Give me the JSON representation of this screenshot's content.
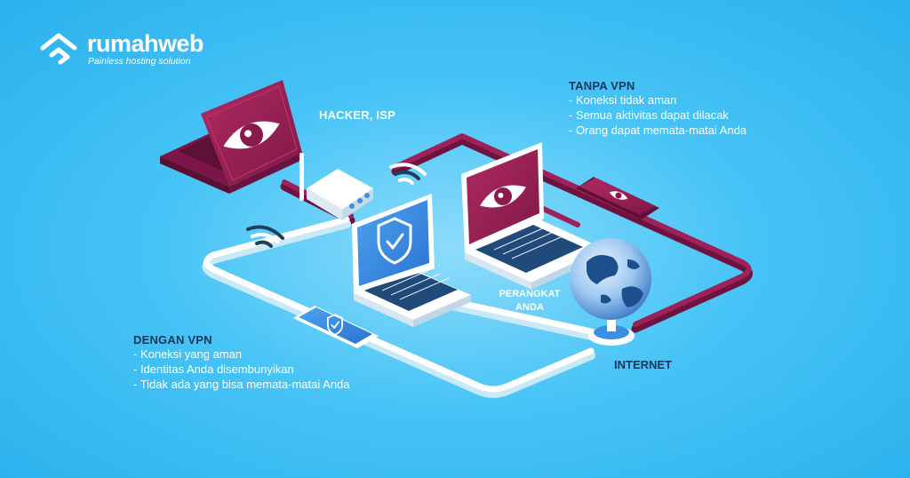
{
  "brand": {
    "name": "rumahweb",
    "tagline": "Painless hosting solution"
  },
  "labels": {
    "hacker": "HACKER, ISP",
    "device": [
      "PERANGKAT",
      "ANDA"
    ],
    "internet": "INTERNET"
  },
  "without_vpn": {
    "title": "TANPA VPN",
    "items": [
      "- Koneksi tidak aman",
      "- Semua aktivitas dapat dilacak",
      "- Orang dapat memata-matai Anda"
    ]
  },
  "with_vpn": {
    "title": "DENGAN VPN",
    "items": [
      "- Koneksi yang aman",
      "- Identitas Anda disembunyikan",
      "- Tidak ada yang bisa memata-matai Anda"
    ]
  },
  "colors": {
    "insecure_path": "#8a1a4d",
    "secure_path": "#ffffff",
    "hacker_screen": "#9a2257",
    "vpn_screen": "#3a8fe3",
    "heading": "#12385e"
  },
  "icons": [
    "logo-icon",
    "eye-icon",
    "shield-check-icon",
    "router-icon",
    "wifi-icon",
    "globe-icon"
  ]
}
